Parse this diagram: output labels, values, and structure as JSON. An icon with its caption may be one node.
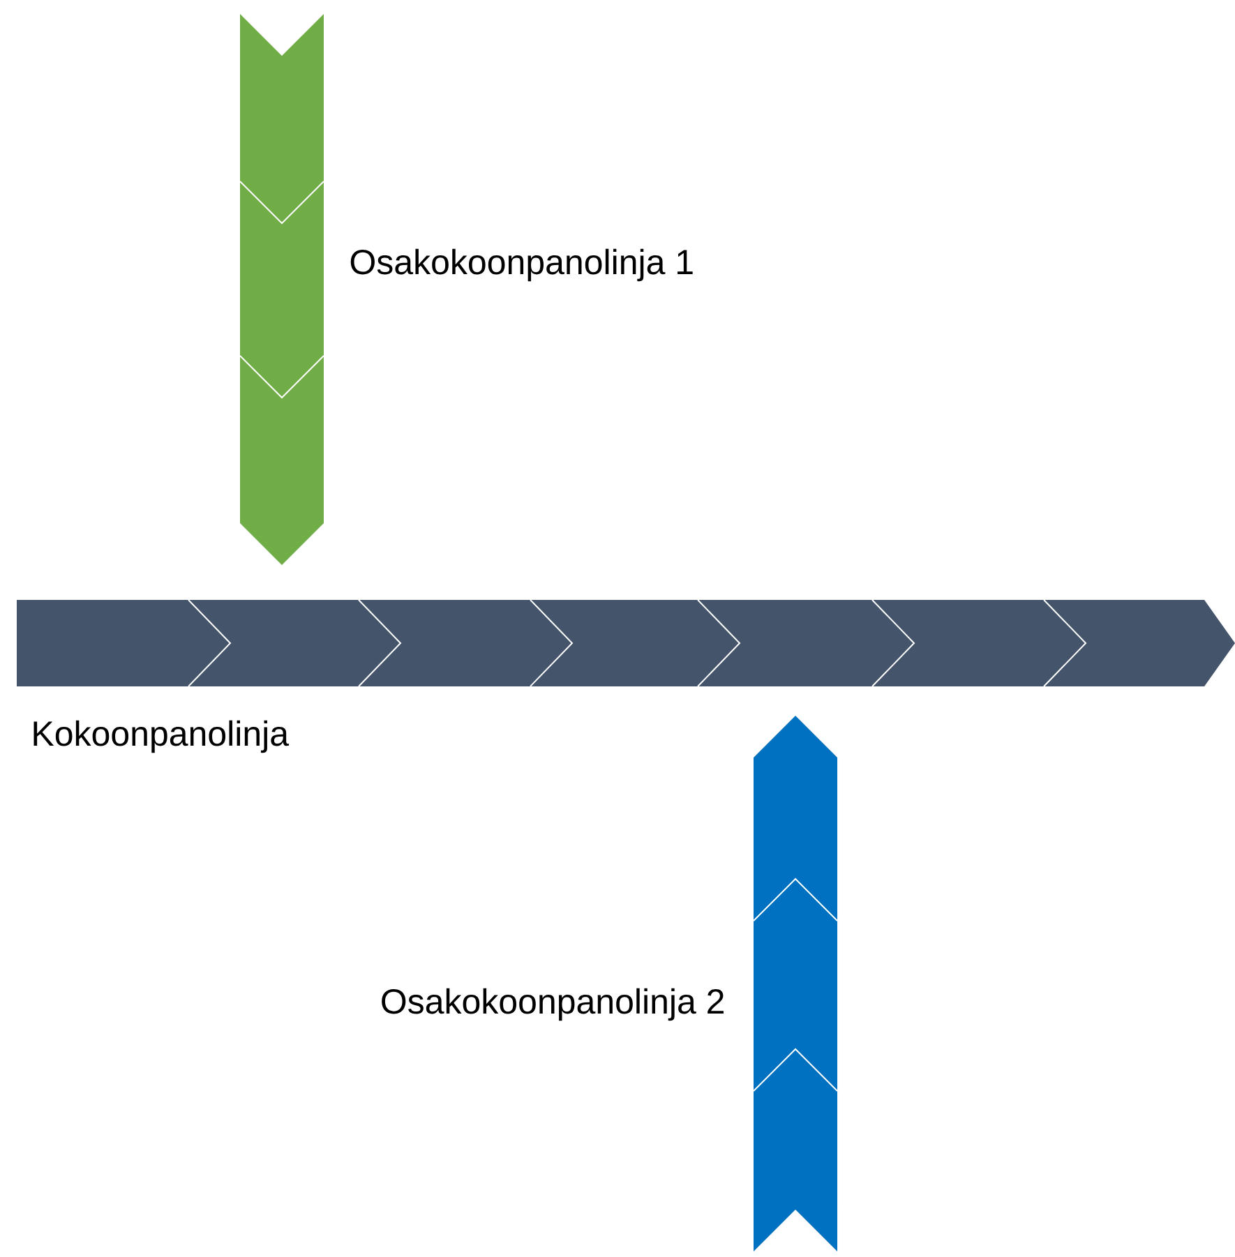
{
  "diagram": {
    "nodes": [
      {
        "text": [],
        "shape": "chevron",
        "beside": [
          "Osakokoonpanolinja 1"
        ]
      },
      {
        "text": [],
        "shape": "chevron",
        "beside": [
          "Kokoonpanolinja"
        ]
      },
      {
        "text": [],
        "shape": "chevron",
        "beside": [
          "Osakokoonpanolinja 2"
        ]
      }
    ]
  }
}
